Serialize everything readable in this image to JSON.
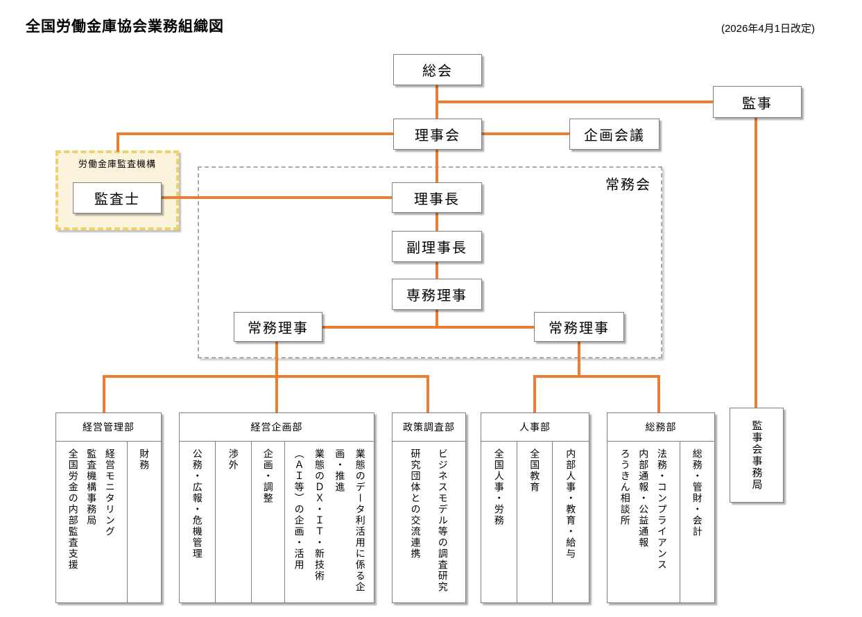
{
  "header": {
    "title": "全国労働金庫協会業務組織図",
    "revision": "(2026年4月1日改定)"
  },
  "nodes": {
    "general_meeting": "総会",
    "auditor": "監事",
    "board_of_directors": "理事会",
    "planning_council": "企画会議",
    "audit_org_label": "労働金庫監査機構",
    "audit_officer": "監査士",
    "managing_council": "常務会",
    "president": "理事長",
    "vice_president": "副理事長",
    "senior_managing_director": "専務理事",
    "managing_director_left": "常務理事",
    "managing_director_right": "常務理事",
    "auditors_secretariat": "監事会事務局"
  },
  "departments": [
    {
      "name": "経営管理部",
      "columns": [
        {
          "items": [
            "経営モニタリング",
            "監査機構事務局",
            "全国労金の内部監査支援"
          ]
        },
        {
          "items": [
            "財務"
          ]
        }
      ]
    },
    {
      "name": "経営企画部",
      "columns": [
        {
          "items": [
            "公務・広報・危機管理"
          ]
        },
        {
          "items": [
            "渉外"
          ]
        },
        {
          "items": [
            "企画・調整"
          ]
        },
        {
          "items": [
            "業態のデータ利活用に係る企画・推進",
            "業態のＤＸ・ＩＴ・新技術（ＡＩ等）の企画・活用"
          ]
        }
      ]
    },
    {
      "name": "政策調査部",
      "columns": [
        {
          "items": [
            "ビジネスモデル等の調査研究",
            "研究団体との交流連携"
          ]
        }
      ]
    },
    {
      "name": "人事部",
      "columns": [
        {
          "items": [
            "全国人事・労務"
          ]
        },
        {
          "items": [
            "全国教育"
          ]
        },
        {
          "items": [
            "内部人事・教育・給与"
          ]
        }
      ]
    },
    {
      "name": "総務部",
      "columns": [
        {
          "items": [
            "法務・コンプライアンス",
            "内部通報・公益通報",
            "ろうきん相談所"
          ]
        },
        {
          "items": [
            "総務・管財・会計"
          ]
        }
      ]
    }
  ],
  "colors": {
    "connector": "#ED7D31",
    "box_border": "#7F7F7F",
    "audit_box_fill": "#FCF3DC",
    "audit_box_border": "#ECD26A",
    "council_border": "#A8A8A8"
  }
}
